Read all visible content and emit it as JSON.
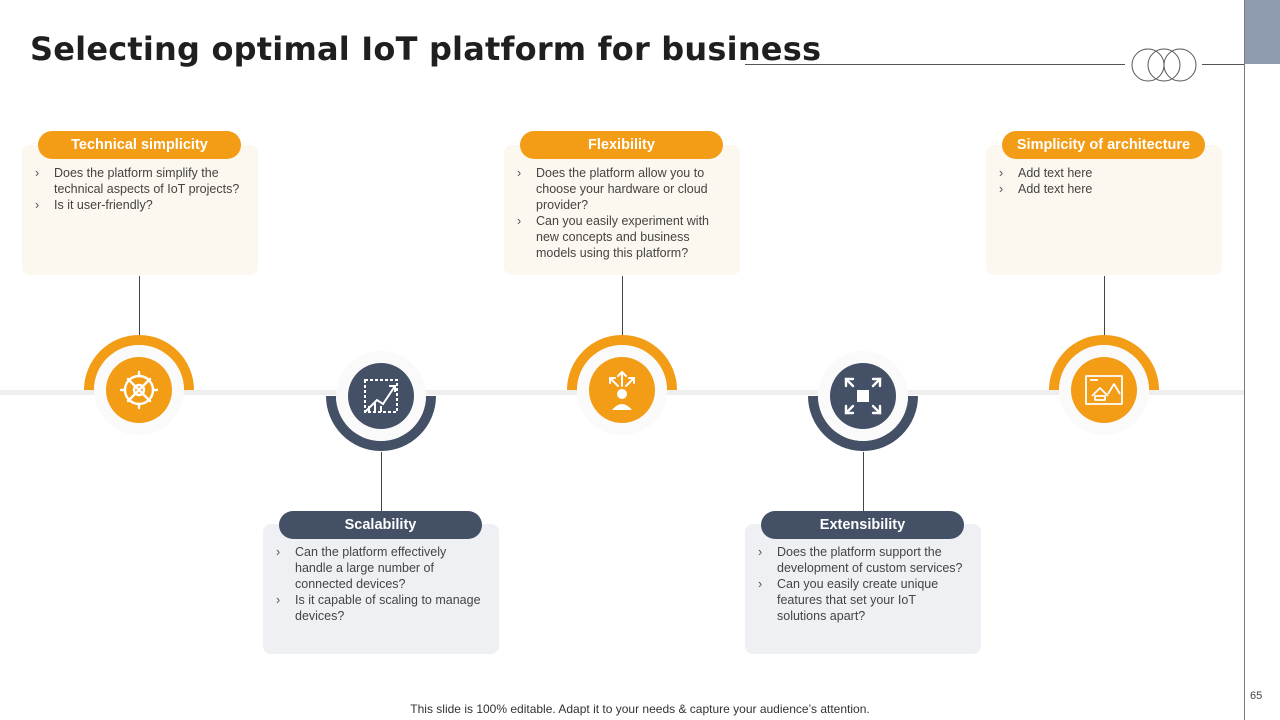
{
  "slide": {
    "title": "Selecting optimal IoT platform for business",
    "page_number": "65",
    "footer": "This slide is 100% editable. Adapt it to your needs & capture your audience’s attention."
  },
  "colors": {
    "orange": "#f39c16",
    "navy": "#435066",
    "top_box_bg": "#fcf7ef",
    "bottom_box_bg": "#eef0f3"
  },
  "items": [
    {
      "heading": "Technical simplicity",
      "icon": "tools-gear-icon",
      "points": [
        "Does the platform simplify the technical aspects of IoT projects?",
        "Is it user-friendly?"
      ]
    },
    {
      "heading": "Scalability",
      "icon": "growth-chart-icon",
      "points": [
        "Can the platform effectively handle a large number of connected devices?",
        "Is it capable of scaling to manage devices?"
      ]
    },
    {
      "heading": "Flexibility",
      "icon": "person-arrows-icon",
      "points": [
        "Does the platform allow you to choose your hardware or cloud provider?",
        "Can you easily experiment with new concepts and business models using this platform?"
      ]
    },
    {
      "heading": "Extensibility",
      "icon": "expand-arrows-icon",
      "points": [
        "Does the platform support the development of custom services?",
        "Can you easily create unique features that set your IoT solutions apart?"
      ]
    },
    {
      "heading": "Simplicity of architecture",
      "icon": "blueprint-house-icon",
      "points": [
        "Add text here",
        "Add text here"
      ]
    }
  ]
}
